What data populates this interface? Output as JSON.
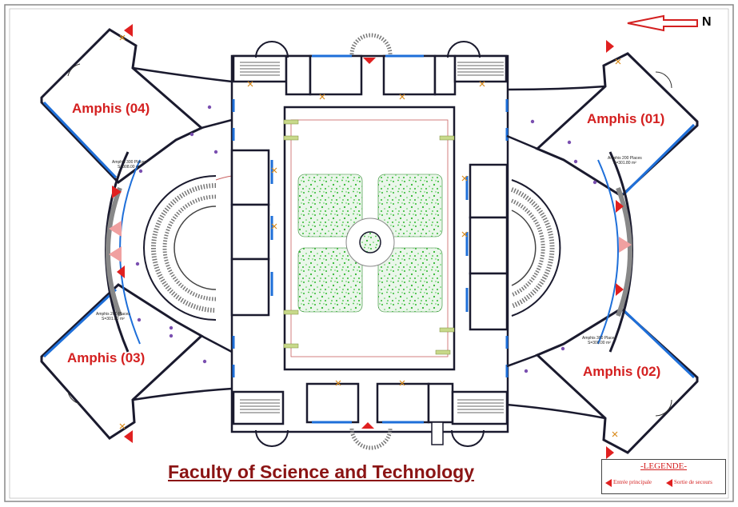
{
  "title": "Faculty of Science and Technology",
  "north_label": "N",
  "amphis": [
    {
      "label": "Amphis (04)"
    },
    {
      "label": "Amphis (01)"
    },
    {
      "label": "Amphis (03)"
    },
    {
      "label": "Amphis (02)"
    }
  ],
  "room_labels": [
    {
      "name": "Amphis 300 Places",
      "area": "S=308.00 m²"
    },
    {
      "name": "Amphis 200 Places",
      "area": "S=301.80 m²"
    },
    {
      "name": "Amphis 200 Places",
      "area": "S=301.80 m²"
    },
    {
      "name": "Amphis 300 Places",
      "area": "S=300.00 m²"
    }
  ],
  "legend": {
    "title": "-LEGENDE-",
    "items": [
      {
        "label": "Entrée principale"
      },
      {
        "label": "Sortie de secours"
      }
    ]
  },
  "colors": {
    "amphi_label": "#d42020",
    "title": "#8b1414",
    "wall": "#1a1a2e",
    "window": "#1e6fd9",
    "lawn": "#2fb82f",
    "arrow": "#e02020"
  }
}
